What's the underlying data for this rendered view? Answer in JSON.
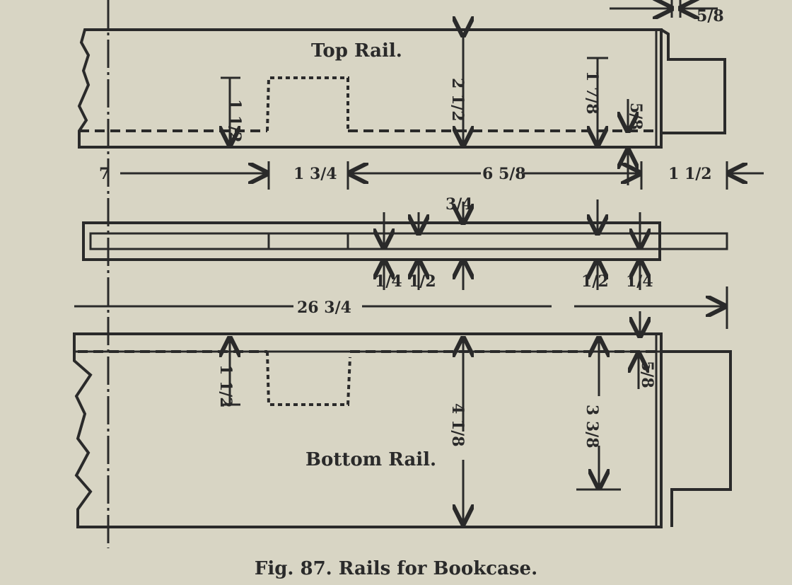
{
  "figure": {
    "caption": "Fig. 87.   Rails for Bookcase.",
    "top_rail_label": "Top Rail.",
    "bottom_rail_label": "Bottom Rail.",
    "colors": {
      "paper": "#d8d5c4",
      "ink": "#2a2a2a"
    }
  },
  "dimensions": {
    "top_right_gap": "5/8",
    "top_groove_depth": "1 1/2",
    "top_rail_width": "2 1/2",
    "top_tenon_offset": "1 7/8",
    "top_tenon_shoulder": "5/8",
    "seg_left": "7",
    "seg_haunch": "1 3/4",
    "seg_mid": "6 5/8",
    "seg_tenon": "1 1/2",
    "edge_top": "3/4",
    "edge_quarter_left": "1/4",
    "edge_half_left": "1/2",
    "edge_half_right": "1/2",
    "edge_quarter_right": "1/4",
    "overall_length": "26 3/4",
    "bottom_groove_depth": "1 1/2",
    "bottom_rail_width": "4 1/8",
    "bottom_tenon_width": "3 3/8",
    "bottom_tenon_shoulder": "5/8"
  }
}
